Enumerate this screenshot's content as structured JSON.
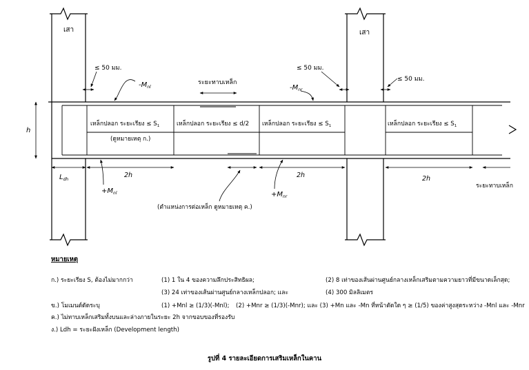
{
  "diagram": {
    "column_label": "เสา",
    "column_label_2": "เสา",
    "gap_50_left": "≤ 50 มม.",
    "gap_50_mid": "≤ 50 มม.",
    "gap_50_right": "≤ 50 มม.",
    "moment_neg_left": "-M",
    "moment_neg_left_sub": "nl",
    "moment_neg_right": "-M",
    "moment_neg_right_sub": "nr",
    "moment_pos_left": "+M",
    "moment_pos_left_sub": "nl",
    "moment_pos_right": "+M",
    "moment_pos_right_sub": "nr",
    "splice_label": "ระยะทาบเหล็ก",
    "splice_label_right": "ระยะทาบเหล็ก",
    "height_label": "h",
    "ldh_label": "L",
    "ldh_sub": "dh",
    "len_2h_1": "2h",
    "len_2h_2": "2h",
    "len_2h_3": "2h",
    "stirrup_1": "เหล็กปลอก ระยะเรียง ≤ S",
    "stirrup_1_sub": "1",
    "stirrup_1_note": "(ดูหมายเหตุ ก.)",
    "stirrup_2": "เหล็กปลอก ระยะเรียง ≤ d/2",
    "stirrup_3": "เหล็กปลอก ระยะเรียง ≤ S",
    "stirrup_3_sub": "1",
    "stirrup_4": "เหล็กปลอก ระยะเรียง ≤ S",
    "stirrup_4_sub": "1",
    "splice_location": "(ตำแหน่งการต่อเหล็ก ดูหมายเหตุ ค.)"
  },
  "notes": {
    "title": "หมายเหตุ",
    "a_label": "ก.) ระยะเรียง S, ต้องไม่มากกว่า",
    "a1": "(1) 1 ใน 4 ของความลึกประสิทธิผล;",
    "a2": "(2) 8 เท่าของเส้นผ่านศูนย์กลางเหล็กเสริมตามความยาวที่มีขนาดเล็กสุด;",
    "a3": "(3) 24 เท่าของเส้นผ่านศูนย์กลางเหล็กปลอก; และ",
    "a4": "(4) 300 มิลลิเมตร",
    "b_label": "ข.) โมเมนต์ดัดระบุ",
    "b1": "(1) +Mnl ≥ (1/3)(-Mnl);",
    "b2": "(2) +Mnr ≥ (1/3)(-Mnr); และ (3) +Mn และ -Mn ที่หน้าตัดใด ๆ ≥ (1/5) ของค่าสูงสุดระหว่าง -Mnl และ -Mnr",
    "c": "ค.) ไม่ทาบเหล็กเสริมทั้งบนและล่างภายในระยะ 2h จากขอบของที่รองรับ",
    "d": "ง.) Ldh = ระยะฝังเหล็ก (Development length)"
  },
  "caption": "รูปที่ 4 รายละเอียดการเสริมเหล็กในคาน"
}
